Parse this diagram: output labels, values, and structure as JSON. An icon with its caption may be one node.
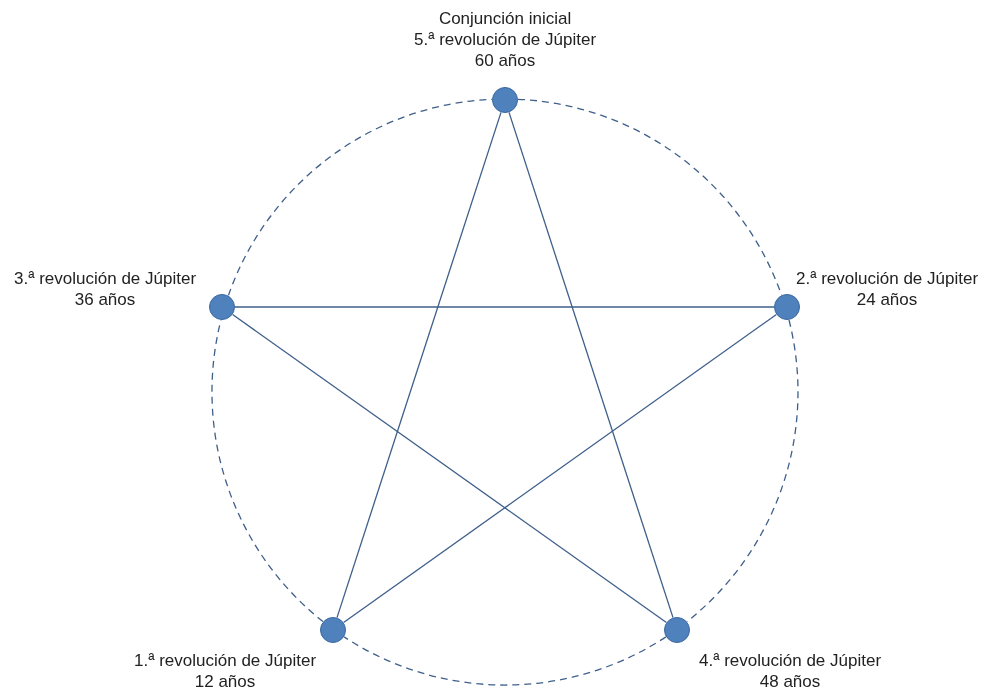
{
  "diagram": {
    "nodes": [
      {
        "text": [],
        "shape": "circle",
        "beside": [
          "Conjunción inicial",
          "5.ª revolución de Júpiter",
          "60 años"
        ]
      },
      {
        "text": [],
        "shape": "circle",
        "beside": [
          "3.ª revolución de Júpiter",
          "36 años"
        ]
      },
      {
        "text": [],
        "shape": "circle",
        "beside": [
          "2.ª revolución de Júpiter",
          "24 años"
        ]
      },
      {
        "text": [],
        "shape": "circle",
        "beside": [
          "1.ª revolución de Júpiter",
          "12 años"
        ]
      },
      {
        "text": [],
        "shape": "circle",
        "beside": [
          "4.ª revolución de Júpiter",
          "48 años"
        ]
      }
    ],
    "edges": [
      {
        "from": 3,
        "to": 2,
        "arrow": "none"
      },
      {
        "from": 2,
        "to": 1,
        "arrow": "none"
      },
      {
        "from": 1,
        "to": 4,
        "arrow": "none"
      },
      {
        "from": 4,
        "to": 0,
        "arrow": "none"
      },
      {
        "from": 0,
        "to": 3,
        "arrow": "none"
      },
      {
        "from": 0,
        "to": 2,
        "arrow": "none",
        "style": "dashed"
      },
      {
        "from": 2,
        "to": 4,
        "arrow": "none",
        "style": "dashed"
      },
      {
        "from": 4,
        "to": 3,
        "arrow": "none",
        "style": "dashed"
      },
      {
        "from": 3,
        "to": 1,
        "arrow": "none",
        "style": "dashed"
      },
      {
        "from": 1,
        "to": 0,
        "arrow": "none",
        "style": "dashed"
      }
    ]
  }
}
